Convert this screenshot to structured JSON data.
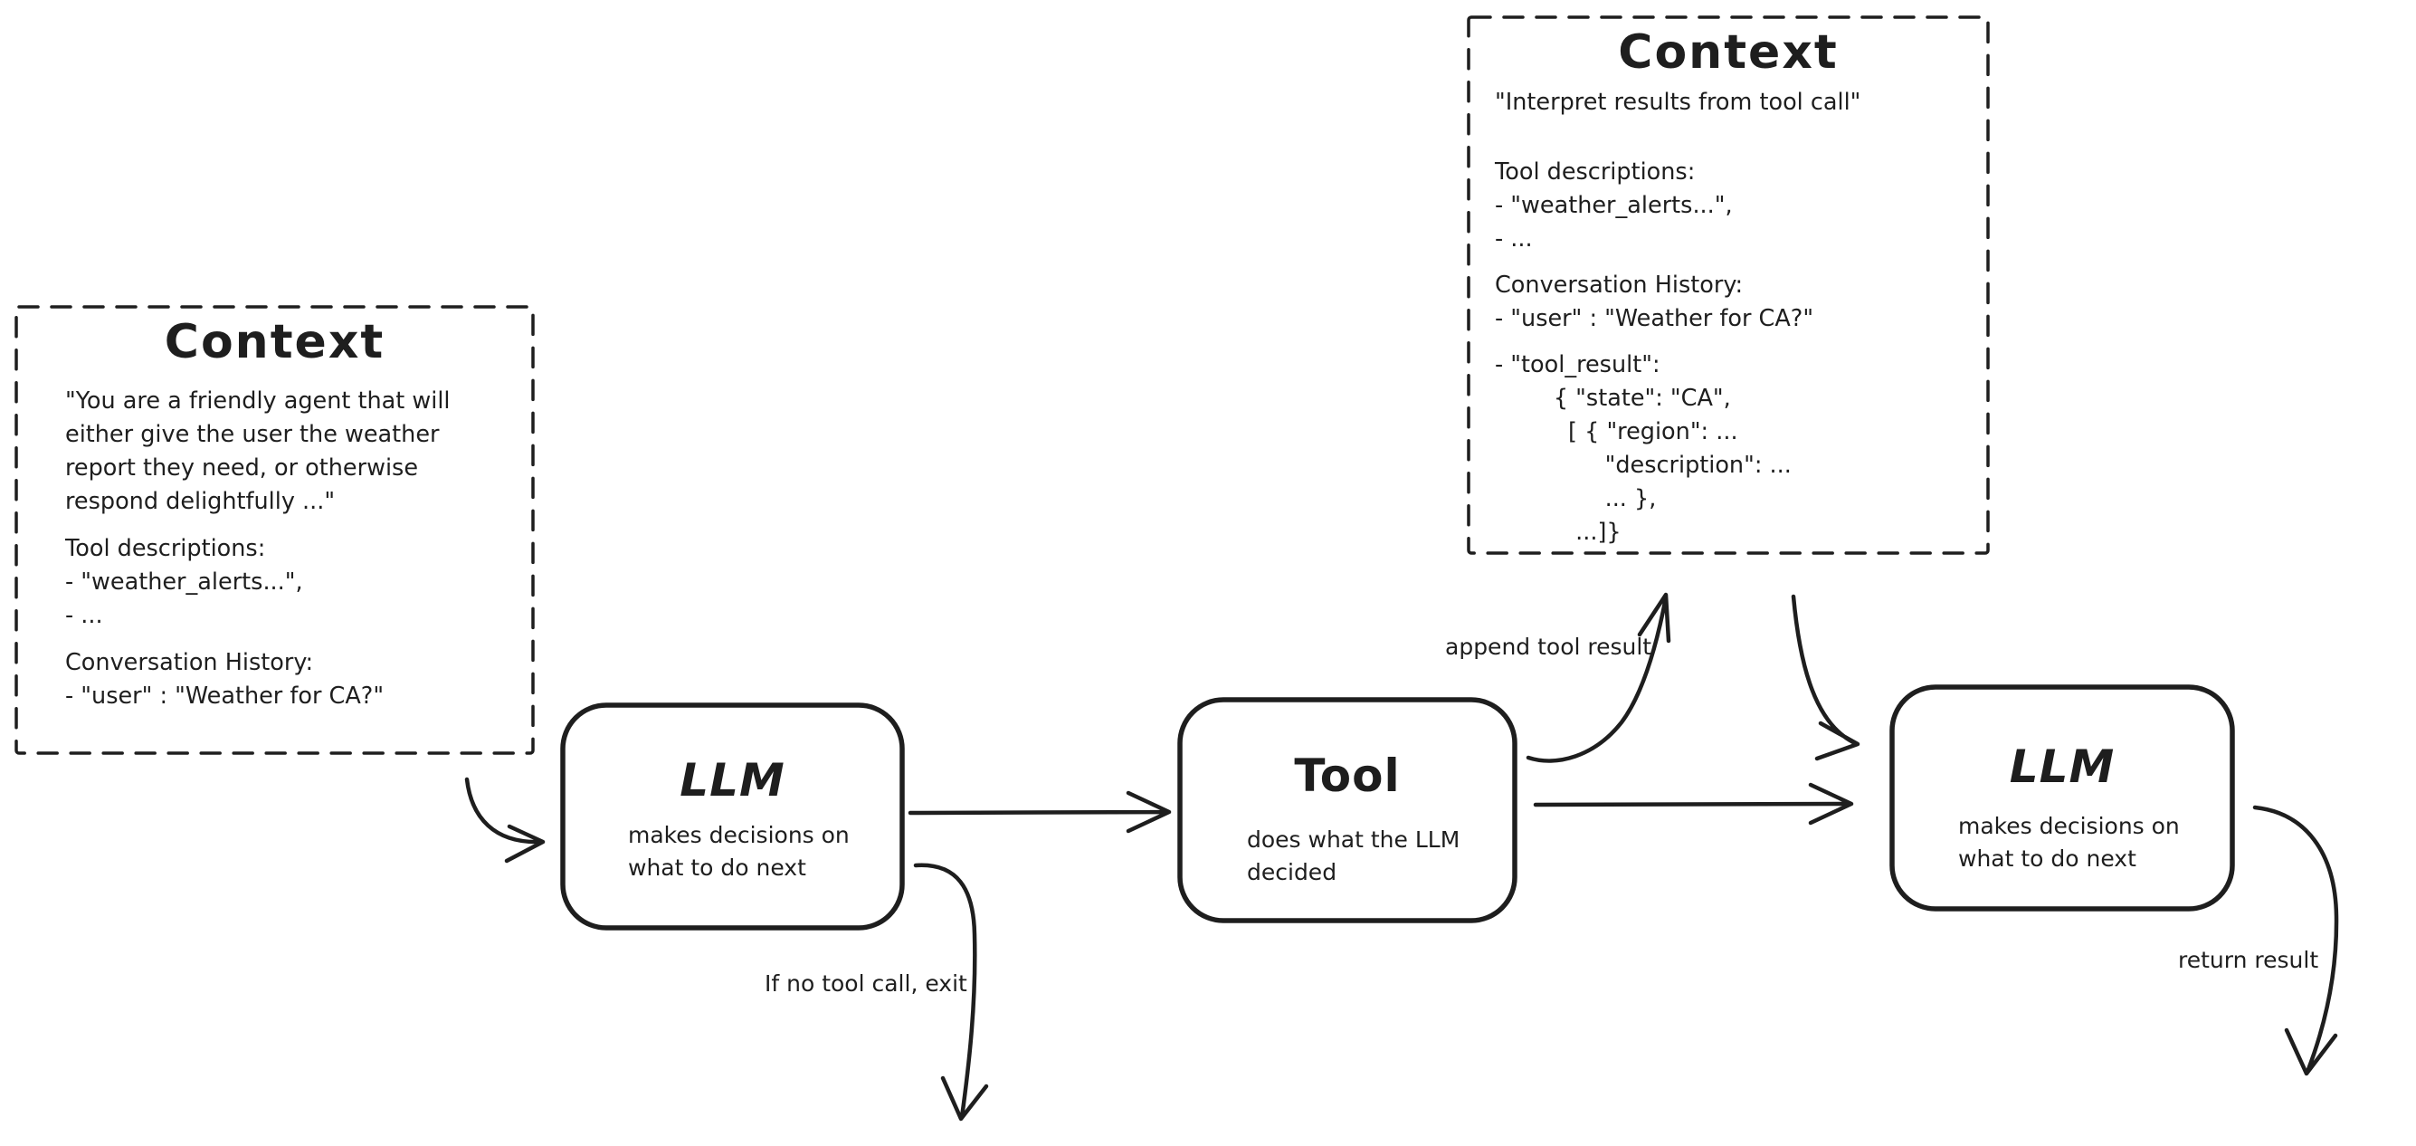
{
  "diagram": {
    "background": "#ffffff",
    "ink_color": "#1e1e1e"
  },
  "context_left": {
    "title": "Context",
    "system_prompt": "\"You are a friendly agent that will\neither give the user the weather\nreport they need, or otherwise\nrespond delightfully ...\"",
    "tool_descriptions": "Tool descriptions:\n- \"weather_alerts...\",\n- ...",
    "conversation_history": "Conversation History:\n- \"user\" : \"Weather for CA?\""
  },
  "context_right": {
    "title": "Context",
    "instruction": "\"Interpret results from tool call\"",
    "tool_descriptions": "Tool descriptions:\n- \"weather_alerts...\",\n- ...",
    "conversation_history": "Conversation History:\n- \"user\" : \"Weather for CA?\"",
    "tool_result": "- \"tool_result\":\n        { \"state\": \"CA\",\n          [ { \"region\": ...\n               \"description\": ...\n               ... },\n           ...]}"
  },
  "nodes": {
    "llm_1": {
      "title": "LLM",
      "subtitle": "makes decisions on\nwhat to do next"
    },
    "tool": {
      "title": "Tool",
      "subtitle": "does what the LLM\ndecided"
    },
    "llm_2": {
      "title": "LLM",
      "subtitle": "makes decisions on\nwhat to do next"
    }
  },
  "edge_labels": {
    "append_tool_result": "append tool result",
    "if_no_tool_call_exit": "If no tool call, exit",
    "return_result": "return result"
  }
}
